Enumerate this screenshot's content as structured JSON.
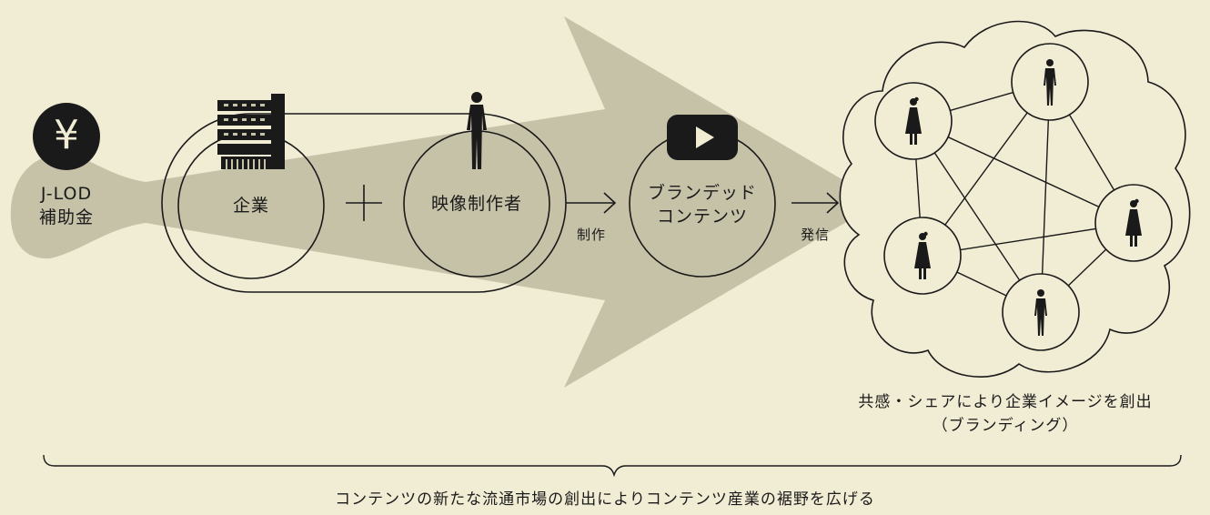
{
  "subsidy": {
    "symbol": "¥",
    "line1": "J-LOD",
    "line2": "補助金"
  },
  "company": {
    "label": "企業"
  },
  "plus": "＋",
  "creator": {
    "label": "映像制作者"
  },
  "produce": {
    "label": "制作"
  },
  "content": {
    "line1": "ブランデッド",
    "line2": "コンテンツ"
  },
  "publish": {
    "label": "発信"
  },
  "result": {
    "line1": "共感・シェアにより企業イメージを創出",
    "line2": "（ブランディング）"
  },
  "bottom": {
    "text": "コンテンツの新たな流通市場の創出によりコンテンツ産業の裾野を広げる"
  },
  "colors": {
    "background": "#f1ecd4",
    "arrow": "#c6c2a8",
    "ink": "#1a1a1a"
  }
}
